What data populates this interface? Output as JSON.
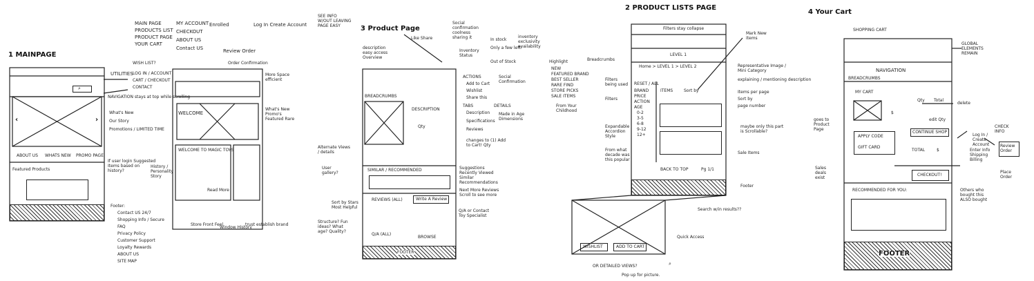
{
  "main_page": {
    "heading": "1 MAINPAGE",
    "legend": [
      "MAIN PAGE",
      "PRODUCTS LIST",
      "PRODUCT PAGE",
      "YOUR CART",
      "MY ACCOUNT",
      "CHECKOUT",
      "ABOUT US",
      "Contact US",
      "Enrolled",
      "Log In Create Account",
      "Review Order"
    ],
    "utilities_note": "UTILITIES",
    "utilities_items": [
      "WISH LIST?",
      "LOG IN / ACCOUNT",
      "CART / CHECKOUT",
      "CONTACT"
    ],
    "navigation_note": "NAVIGATION stays at top while scrolling",
    "nav_items": [
      "ABOUT US",
      "WHATS NEW",
      "PROMO PAGE"
    ],
    "whats_new_items": [
      "What's New",
      "Our Story",
      "Promotions / LIMITED TIME"
    ],
    "featured_label": "Featured Products",
    "suggestion_note": "If user login Suggested Items based on history?",
    "footer_label": "Footer:",
    "footer_items": [
      "Contact US 24/7",
      "Shopping Info / Secure",
      "FAQ",
      "Privacy Policy",
      "Customer Support",
      "Loyalty Rewards",
      "ABOUT US",
      "SITE MAP"
    ],
    "alt_welcome": "WELCOME",
    "alt_welcome_banner": "WELCOME TO MAGIC TOYS",
    "alt_read_more": "Read More",
    "more_space": "More Space efficient",
    "whats_new_note": "What's New Promo's Featured Rare",
    "history_note": "History / Personality Story",
    "store_front": "Store Front Feel",
    "window_history": "Window History",
    "trust_note": "trust establish brand",
    "order_confirmation": "Order Confirmation"
  },
  "product_page": {
    "heading": "3 Product Page",
    "see_info": "SEE INFO W/OUT LEAVING PAGE EASY",
    "desc_note": "description easy access Overview",
    "like_share": "Like Share",
    "social_note": "Social confirmation coolness sharing it",
    "inventory_status": "Inventory Status",
    "inventory_items": [
      "In stock",
      "Only a few left!",
      "Out of Stock"
    ],
    "inventory_note": "inventory exclusivity availability",
    "breadcrumbs": "BREADCRUMBS",
    "description_label": "DESCRIPTION",
    "quantity_label": "Qty",
    "actions_label": "ACTIONS",
    "actions_items": [
      "Add to Cart",
      "Wishlist",
      "Share this"
    ],
    "social_confirm": "Social Confirmation",
    "tabs_label": "TABS",
    "tabs_items": [
      "Description",
      "Specifications",
      "Reviews"
    ],
    "details_label": "DETAILS",
    "made_in_note": "Made in Age Dimensions",
    "changes_note": "changes to (1) Add to Cart! Qty",
    "alternate_views": "Alternate Views / details",
    "user_gallery": "User gallery?",
    "similar_label": "SIMILAR / RECOMMENDED",
    "suggestions_note": "Suggestions Recently Viewed Similar Recommendations",
    "reviews_label": "REVIEWS (ALL)",
    "write_review": "Write A Review",
    "sort_note": "Sort by Stars Most Helpful",
    "more_reviews": "Next More Reviews Scroll to see more",
    "qa_note": "Q/A or Contact Toy Specialist",
    "structure_note": "Structure? Fun ideas? What age? Quality?",
    "qa_bar": "Q/A (ALL)",
    "browse": "BROWSE",
    "footer": "FOOTER"
  },
  "product_list": {
    "heading": "2 PRODUCT LISTS PAGE",
    "filter_note": "Filters stay collapse",
    "level": "LEVEL 1",
    "breadcrumbs": "Breadcrumbs",
    "crumbs": "Home > LEVEL 1 > LEVEL 2",
    "highlight_label": "Highlight",
    "highlight_items": [
      "NEW",
      "FEATURED BRAND",
      "BEST SELLER",
      "RARE FIND",
      "STORE PICKS",
      "SALE ITEMS"
    ],
    "filters_used": "Filters being used",
    "filters": "Filters",
    "reset_all": "RESET / ALL",
    "filter_items": [
      "BRAND",
      "PRICE",
      "ACTION",
      "AGE"
    ],
    "age_items": [
      "0-2",
      "3-5",
      "6-8",
      "9-12",
      "12+"
    ],
    "items_label": "ITEMS",
    "sort_label": "Sort by",
    "mark_new": "Mark New items",
    "representative": "Representative Image / Mini Category",
    "expandable": "Expandable Accordion Style",
    "right_notes": [
      "Representative Image",
      "explaining / mentioning description",
      "Items per page",
      "Sort by",
      "page number"
    ],
    "scrollable": "maybe only this part is Scrollable?",
    "sale_items": "Sale Items",
    "from_years": "From Your Childhood",
    "from_decade": "From what decade was this popular",
    "back_to_top": "BACK TO TOP",
    "page_count": "Pg 1/1",
    "footer": "Footer",
    "search_note": "Search w/in results??",
    "quick_access": "Quick Access",
    "wishlist": "WISHLIST",
    "add_to_cart": "ADD TO CART",
    "detailed_views": "OR DETAILED VIEWS?",
    "popup_note": "Pop up for picture."
  },
  "cart_page": {
    "heading": "4 Your Cart",
    "title": "SHOPPING CART",
    "global_note": "GLOBAL ELEMENTS REMAIN",
    "navigation": "NAVIGATION",
    "breadcrumbs": "BREADCRUMBS",
    "my_cart": "MY CART",
    "goes_to_product": "goes to Product Page",
    "qty_label": "Qty",
    "total_label": "Total",
    "delete_note": "delete",
    "edit_qty": "edit Qty",
    "price": "$",
    "apply_code": "APPLY CODE",
    "gift_card": "GIFT CARD",
    "continue_shop": "CONTINUE SHOP",
    "total_row": "TOTAL",
    "total_value": "$",
    "login_note": "Log In / Create Account",
    "enter_info": "Enter Info Shipping Billing",
    "check_info": "CHECK INFO",
    "review_order": "Review Order",
    "place_order": "Place Order",
    "checkout": "CHECKOUT!",
    "sales_deals": "Sales deals exist",
    "recommended": "RECOMMENDED FOR YOU:",
    "others_note": "Others who bought this ALSO bought",
    "footer": "FOOTER"
  }
}
